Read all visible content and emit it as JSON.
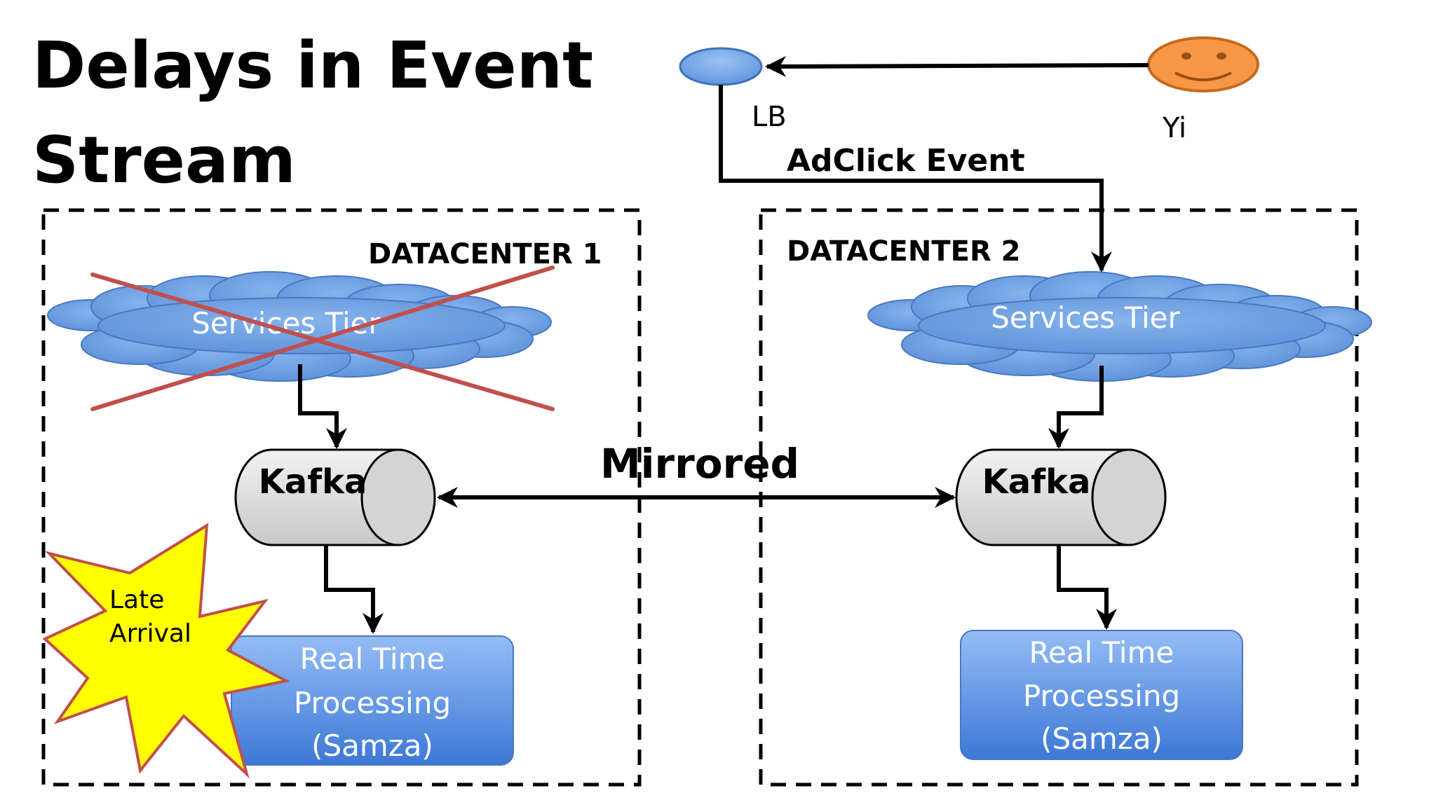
{
  "title": {
    "line1": "Delays in Event",
    "line2": "Stream"
  },
  "nodes": {
    "lb_label": "LB",
    "user_label": "Yi",
    "adclick_label": "AdClick Event"
  },
  "datacenter1": {
    "label": "DATACENTER 1",
    "services_label": "Services Tier",
    "kafka_label": "Kafka",
    "processing_line1": "Real Time",
    "processing_line2": "Processing",
    "processing_line3": "(Samza)",
    "services_status": "failed"
  },
  "datacenter2": {
    "label": "DATACENTER 2",
    "services_label": "Services Tier",
    "kafka_label": "Kafka",
    "processing_line1": "Real Time",
    "processing_line2": "Processing",
    "processing_line3": "(Samza)"
  },
  "mirrored_label": "Mirrored",
  "late_arrival": {
    "line1": "Late",
    "line2": "Arrival"
  },
  "colors": {
    "cloud_fill": "#6a9fe0",
    "cloud_stroke": "#4a78c0",
    "cross": "#c0504d",
    "starburst_fill": "#ffff00",
    "starburst_stroke": "#c0504d",
    "smiley_fill": "#f79646",
    "lb_fill": "#6a9fe0",
    "box_top": "#94bdf5",
    "box_bottom": "#3d78d6",
    "kafka_fill": "#e0e0e0"
  }
}
